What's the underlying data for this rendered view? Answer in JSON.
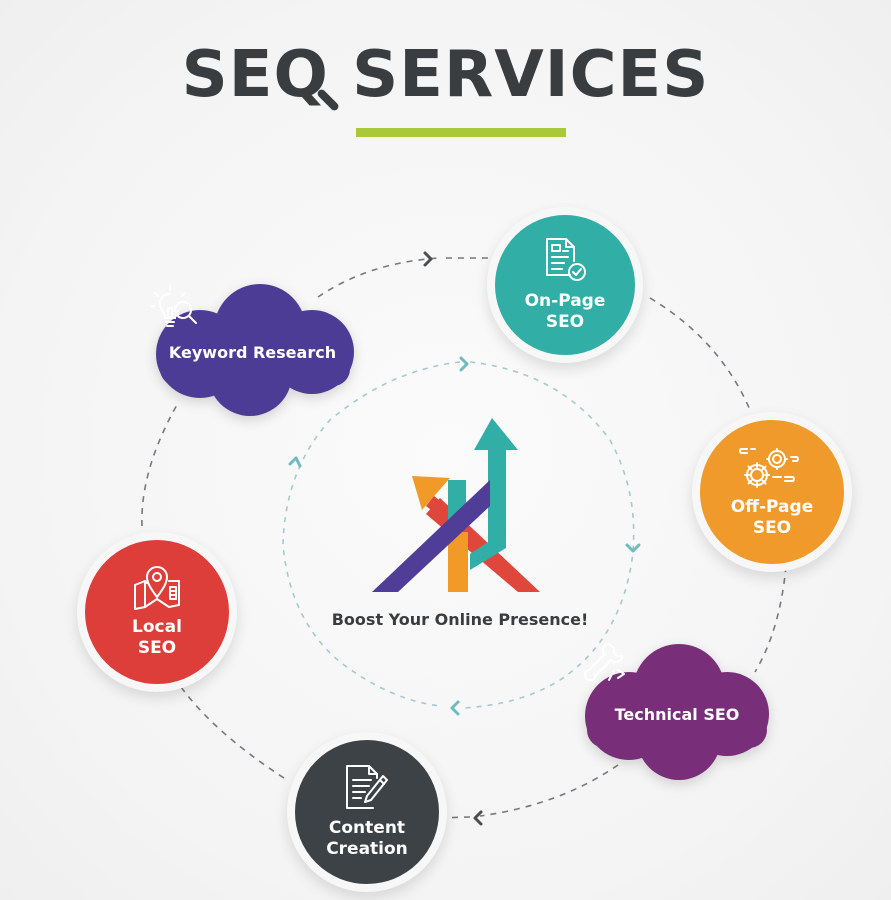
{
  "header": {
    "title_part1": "SE",
    "title_q": "Q",
    "title_part2": " SERVICES",
    "underline_color": "#a9c93a",
    "title_color": "#3a3d40"
  },
  "center": {
    "tagline": "Boost Your Online Presence!",
    "logo_icon": "growth-arrows-icon",
    "colors": {
      "teal": "#31aea6",
      "orange": "#f19a28",
      "purple": "#4f3d98",
      "red": "#e0473c"
    }
  },
  "services": [
    {
      "id": "keyword-research",
      "label": "Keyword Research",
      "shape": "cloud",
      "icon": "lightbulb-search-icon",
      "color": "#4d3c96"
    },
    {
      "id": "on-page-seo",
      "label_line1": "On-Page",
      "label_line2": "SEO",
      "shape": "circle",
      "icon": "document-check-icon",
      "color": "#31aea6"
    },
    {
      "id": "off-page-seo",
      "label_line1": "Off-Page",
      "label_line2": "SEO",
      "shape": "circle",
      "icon": "gears-icon",
      "color": "#ef9a2a"
    },
    {
      "id": "technical-seo",
      "label": "Technical SEO",
      "shape": "cloud",
      "icon": "wrench-code-icon",
      "color": "#792e7a"
    },
    {
      "id": "content-creation",
      "label_line1": "Content",
      "label_line2": "Creation",
      "shape": "circle",
      "icon": "document-pen-icon",
      "color": "#3d4247"
    },
    {
      "id": "local-seo",
      "label_line1": "Local",
      "label_line2": "SEO",
      "shape": "circle",
      "icon": "map-pin-icon",
      "color": "#dd3e3a"
    }
  ],
  "connectors": {
    "outer_ring_color": "#6b6f73",
    "inner_ring_color": "#9fc9cb",
    "outer_arrow_color": "#4a4e52",
    "inner_arrow_color": "#6fbcbf"
  }
}
